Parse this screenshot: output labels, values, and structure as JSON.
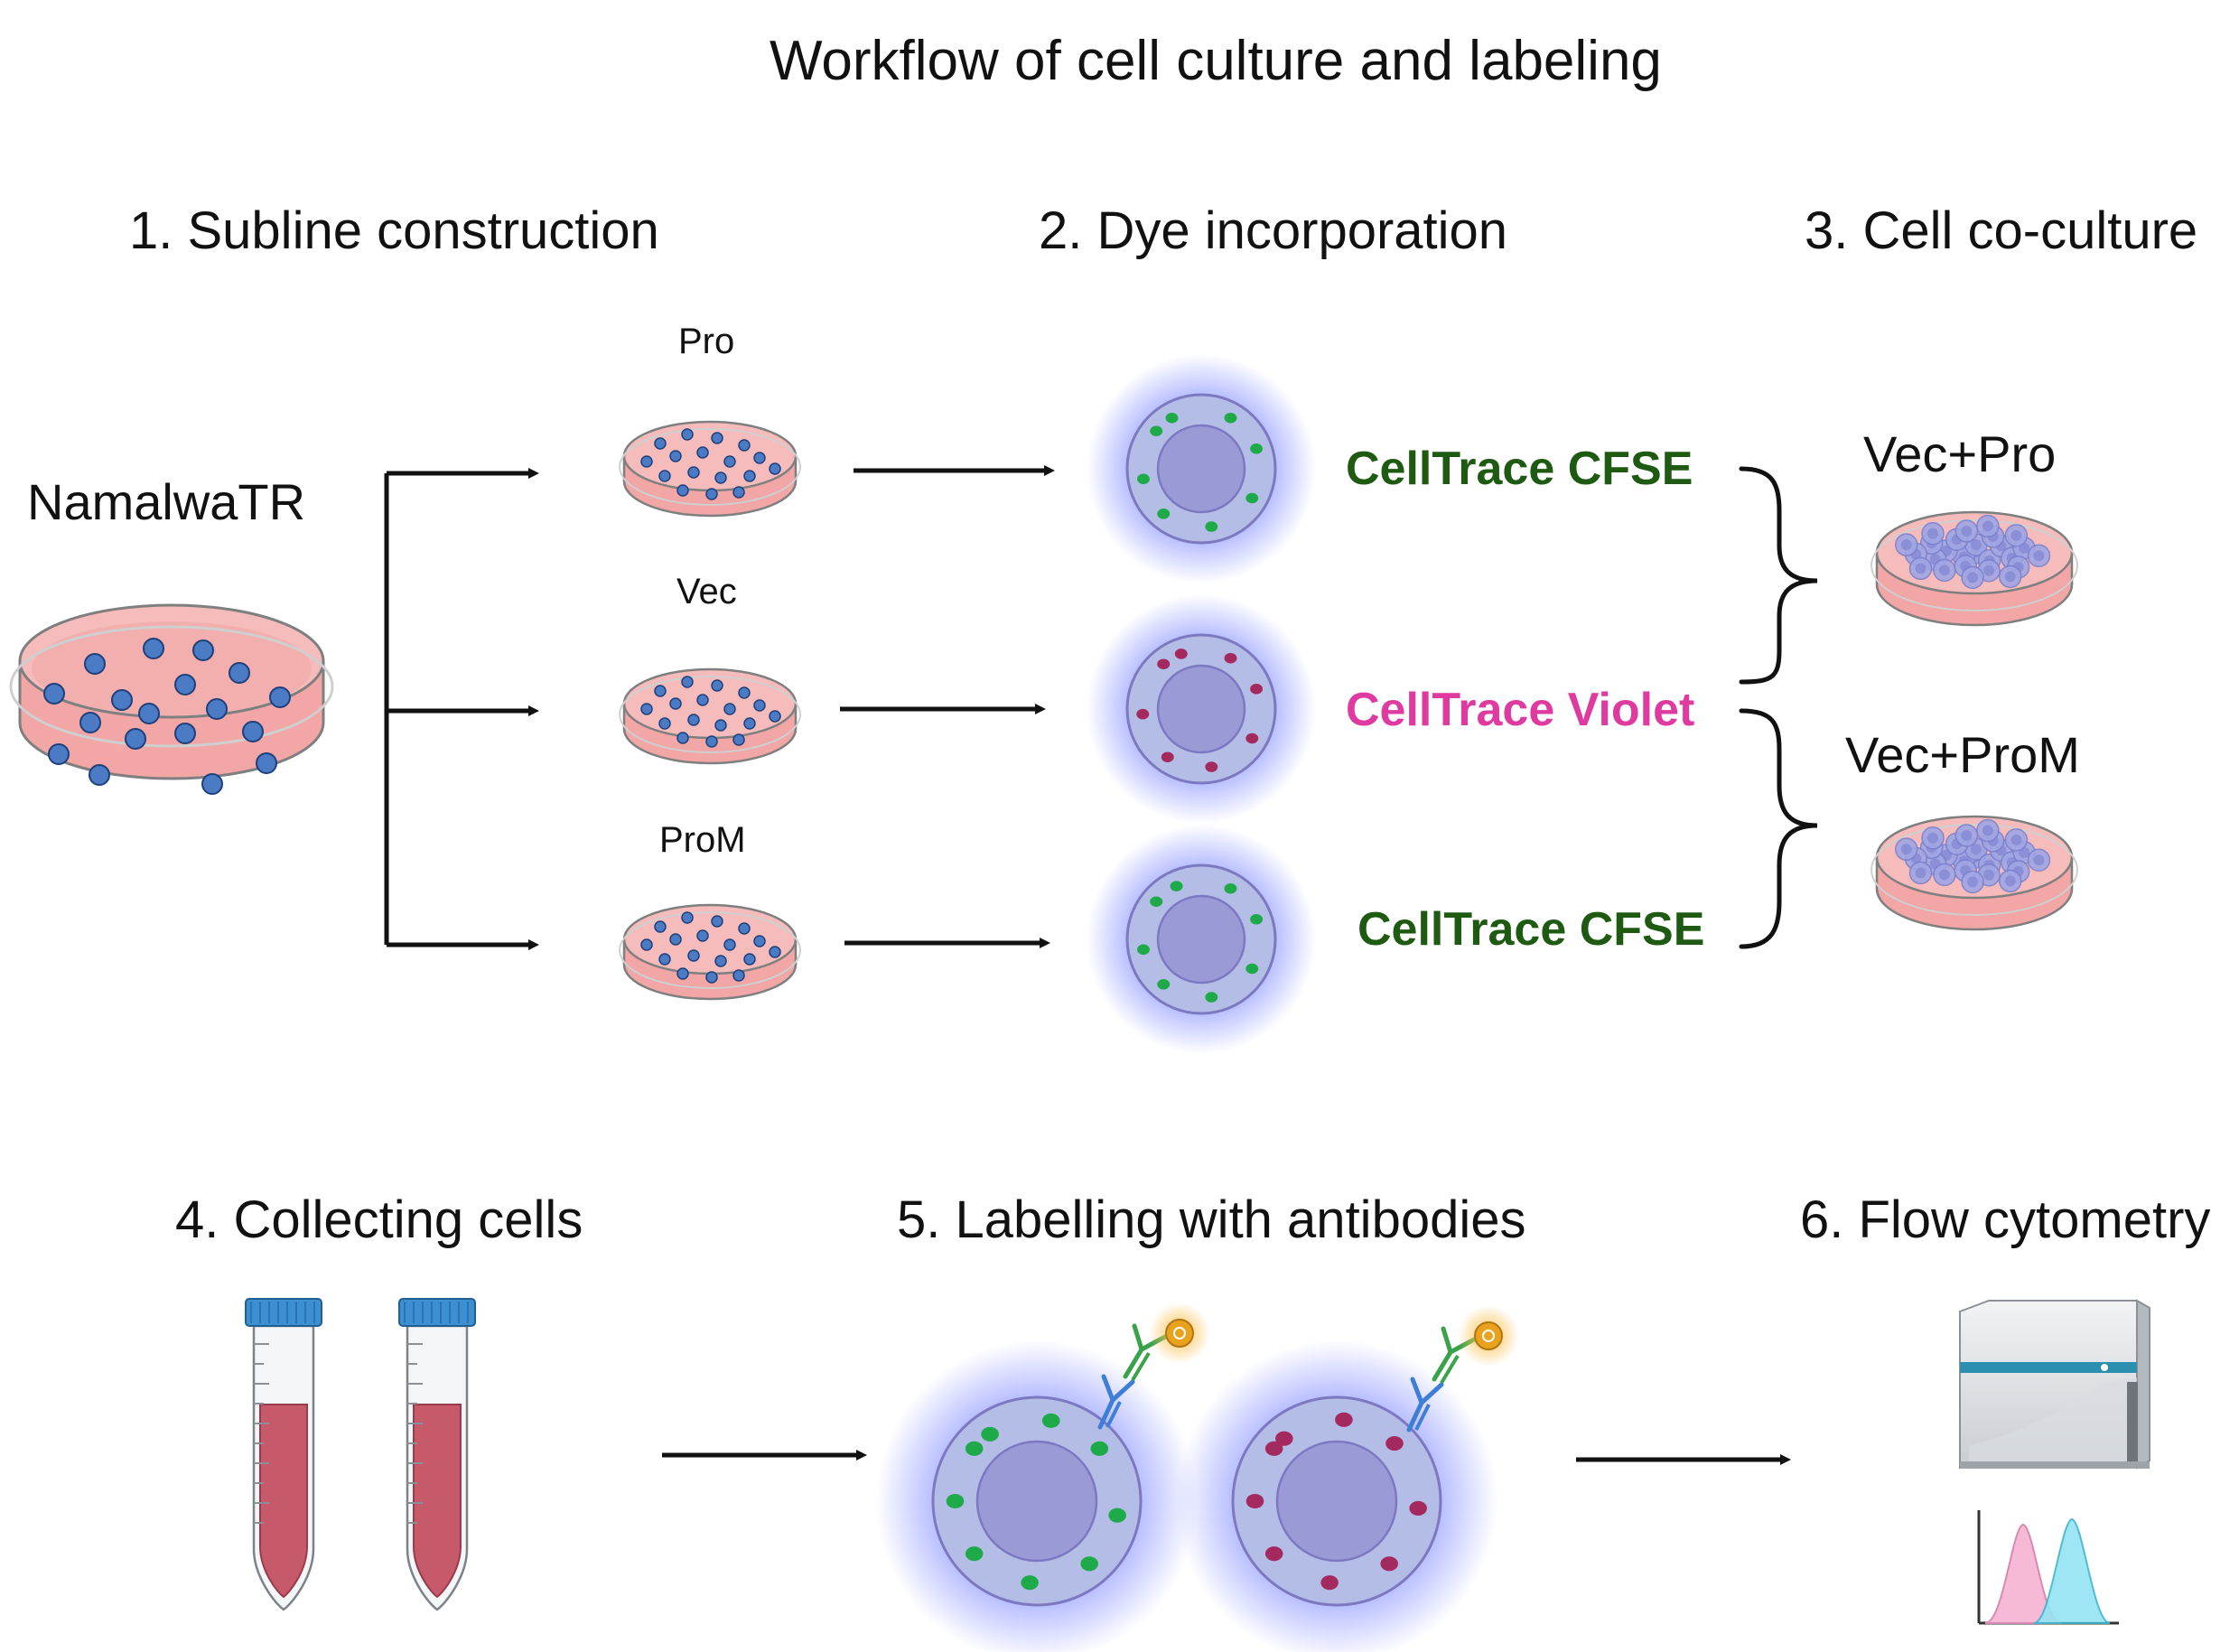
{
  "title": "Workflow of cell culture and labeling",
  "steps": {
    "s1": "1.  Subline construction",
    "s2": "2. Dye incorporation",
    "s3": "3. Cell co-culture",
    "s4": "4. Collecting cells",
    "s5": "5. Labelling with antibodies",
    "s6": "6. Flow cytometry"
  },
  "parent_line": "NamalwaTR",
  "sublines": [
    "Pro",
    "Vec",
    "ProM"
  ],
  "dyes": [
    {
      "label": "CellTrace CFSE",
      "color": "#1e5a12"
    },
    {
      "label": "CellTrace Violet",
      "color": "#de3aa0"
    },
    {
      "label": "CellTrace CFSE",
      "color": "#1e5a12"
    }
  ],
  "cocultures": [
    "Vec+Pro",
    "Vec+ProM"
  ],
  "colors": {
    "dish_medium": "#f3aeae",
    "cell_body": "#b3bde6",
    "nucleus": "#9a9ad6",
    "green_dye": "#1faa4a",
    "violet_dye": "#a3295f",
    "tube_cap": "#3c8fd0",
    "tube_liquid": "#c65a6a",
    "arrow": "#111111",
    "peak_pink": "#f6b9d6",
    "peak_cyan": "#94e4f2"
  },
  "icons": [
    "petri-dish-icon",
    "cell-icon",
    "antibody-icon",
    "conical-tube-icon",
    "flow-cytometer-icon",
    "histogram-icon"
  ]
}
